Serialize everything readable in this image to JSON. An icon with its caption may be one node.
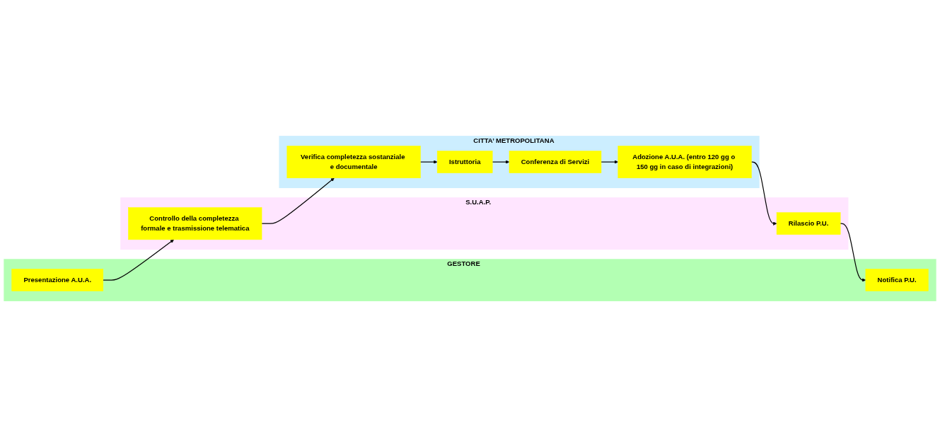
{
  "diagram": {
    "nodes": [
      {
        "text": [
          "GESTORE"
        ]
      },
      {
        "text": [
          "S.U.A.P."
        ]
      },
      {
        "text": [
          "CITTA’ METROPOLITANA"
        ]
      },
      {
        "text": [
          "Presentazione A.U.A."
        ],
        "in": 0
      },
      {
        "text": [
          "Controllo della completezza formale e trasmissione telematica"
        ],
        "in": 1
      },
      {
        "text": [
          "Verifica completezza sostanziale e documentale"
        ],
        "in": 2
      },
      {
        "text": [
          "Istruttoria"
        ],
        "in": 2
      },
      {
        "text": [
          "Conferenza di Servizi"
        ],
        "in": 2
      },
      {
        "text": [
          "Adozione A.U.A. (entro 120 gg o 150 gg in caso di integrazioni)"
        ],
        "in": 2
      },
      {
        "text": [
          "Rilascio P.U."
        ],
        "in": 1
      },
      {
        "text": [
          "Notifica P.U."
        ],
        "in": 0
      }
    ],
    "edges": [
      {
        "from": 3,
        "to": 4,
        "arrow": "to"
      },
      {
        "from": 4,
        "to": 5,
        "arrow": "to"
      },
      {
        "from": 5,
        "to": 6,
        "arrow": "to"
      },
      {
        "from": 6,
        "to": 7,
        "arrow": "to"
      },
      {
        "from": 7,
        "to": 8,
        "arrow": "to"
      },
      {
        "from": 8,
        "to": 9,
        "arrow": "to"
      },
      {
        "from": 9,
        "to": 10,
        "arrow": "to"
      }
    ]
  }
}
